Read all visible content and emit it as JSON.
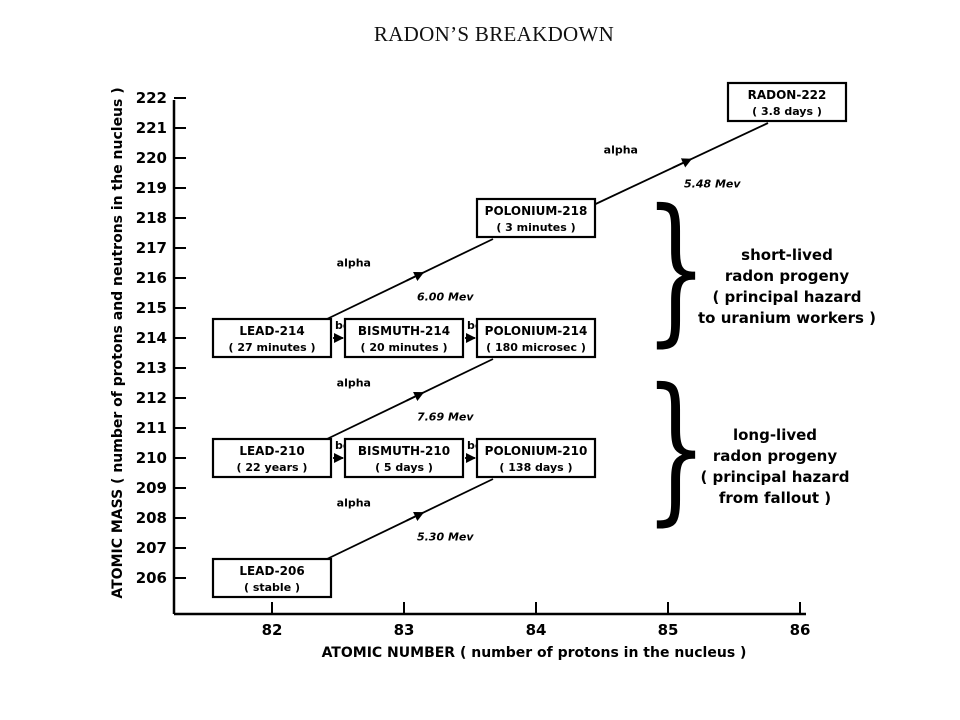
{
  "title": "RADON’S BREAKDOWN",
  "x_axis": {
    "label": "ATOMIC NUMBER ( number of protons in the nucleus )",
    "ticks": [
      "82",
      "83",
      "84",
      "85",
      "86"
    ]
  },
  "y_axis": {
    "label": "ATOMIC MASS ( number of protons and neutrons in the nucleus )",
    "ticks": [
      "206",
      "207",
      "208",
      "209",
      "210",
      "211",
      "212",
      "213",
      "214",
      "215",
      "216",
      "217",
      "218",
      "219",
      "220",
      "221",
      "222"
    ]
  },
  "nuclides": [
    {
      "id": "rn222",
      "name": "RADON-222",
      "half_life": "( 3.8 days )",
      "z": 86,
      "a": 222
    },
    {
      "id": "po218",
      "name": "POLONIUM-218",
      "half_life": "( 3 minutes )",
      "z": 84,
      "a": 218
    },
    {
      "id": "pb214",
      "name": "LEAD-214",
      "half_life": "( 27 minutes )",
      "z": 82,
      "a": 214
    },
    {
      "id": "bi214",
      "name": "BISMUTH-214",
      "half_life": "( 20 minutes )",
      "z": 83,
      "a": 214
    },
    {
      "id": "po214",
      "name": "POLONIUM-214",
      "half_life": "( 180 microsec )",
      "z": 84,
      "a": 214
    },
    {
      "id": "pb210",
      "name": "LEAD-210",
      "half_life": "( 22 years )",
      "z": 82,
      "a": 210
    },
    {
      "id": "bi210",
      "name": "BISMUTH-210",
      "half_life": "( 5 days )",
      "z": 83,
      "a": 210
    },
    {
      "id": "po210",
      "name": "POLONIUM-210",
      "half_life": "( 138 days )",
      "z": 84,
      "a": 210
    },
    {
      "id": "pb206",
      "name": "LEAD-206",
      "half_life": "( stable )",
      "z": 82,
      "a": 206
    }
  ],
  "decays": [
    {
      "type": "alpha",
      "label": "alpha",
      "energy": "5.48 Mev",
      "from": "rn222",
      "to": "po218"
    },
    {
      "type": "alpha",
      "label": "alpha",
      "energy": "6.00 Mev",
      "from": "po218",
      "to": "pb214"
    },
    {
      "type": "beta",
      "label": "beta",
      "from": "pb214",
      "to": "bi214"
    },
    {
      "type": "beta",
      "label": "beta",
      "from": "bi214",
      "to": "po214"
    },
    {
      "type": "alpha",
      "label": "alpha",
      "energy": "7.69 Mev",
      "from": "po214",
      "to": "pb210"
    },
    {
      "type": "beta",
      "label": "beta",
      "from": "pb210",
      "to": "bi210"
    },
    {
      "type": "beta",
      "label": "beta",
      "from": "bi210",
      "to": "po210"
    },
    {
      "type": "alpha",
      "label": "alpha",
      "energy": "5.30 Mev",
      "from": "po210",
      "to": "pb206"
    }
  ],
  "groups": [
    {
      "id": "short",
      "lines": [
        "short-lived",
        "radon progeny",
        "( principal hazard",
        "to uranium workers )"
      ]
    },
    {
      "id": "long",
      "lines": [
        "long-lived",
        "radon progeny",
        "( principal hazard",
        "from fallout )"
      ]
    }
  ]
}
